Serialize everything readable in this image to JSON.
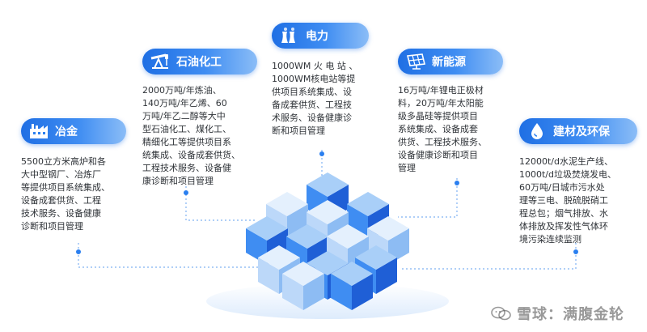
{
  "colors": {
    "accent": "#2a7ff0",
    "accent_light": "#8bbdf7",
    "text": "#2f3338",
    "dot": "#2a7ff0",
    "cube_dark": "#1f5fd6",
    "cube_mid": "#3f8df2",
    "cube_light": "#a9cff8"
  },
  "sectors": [
    {
      "id": "metallurgy",
      "label": "冶金",
      "icon": "factory-icon",
      "description": "5500立方米高炉和各\n大中型钢厂、冶炼厂\n等提供项目系统集成、\n设备成套供货、工程\n技术服务、设备健康\n诊断和项目管理"
    },
    {
      "id": "petrochemical",
      "label": "石油化工",
      "icon": "oil-pump-icon",
      "description": "2000万吨/年炼油、\n140万吨/年乙烯、60\n万吨/年乙二醇等大中\n型石油化工、煤化工、\n精细化工等提供项目系\n统集成、设备成套供货、\n工程技术服务、设备健\n康诊断和项目管理"
    },
    {
      "id": "power",
      "label": "电力",
      "icon": "cooling-tower-icon",
      "description": "1000WM 火 电 站 、\n1000WM核电站等提\n供项目系统集成、设\n备成套供货、工程技\n术服务、设备健康诊\n断和项目管理"
    },
    {
      "id": "new-energy",
      "label": "新能源",
      "icon": "solar-panel-icon",
      "description": "16万吨/年锂电正极材\n料，20万吨/年太阳能\n级多晶硅等提供项目\n系统集成、设备成套\n供货、工程技术服务、\n设备健康诊断和项目\n管理"
    },
    {
      "id": "building-env",
      "label": "建材及环保",
      "icon": "water-drop-icon",
      "description": "12000t/d水泥生产线、\n1000t/d垃圾焚烧发电、\n60万吨/日城市污水处\n理等三电、脱硫脱硝工\n程总包；烟气排放、水\n体排放及挥发性气体环\n境污染连续监测"
    }
  ],
  "watermark": {
    "text": "雪球：满腹金轮",
    "icon": "wechat-icon"
  }
}
